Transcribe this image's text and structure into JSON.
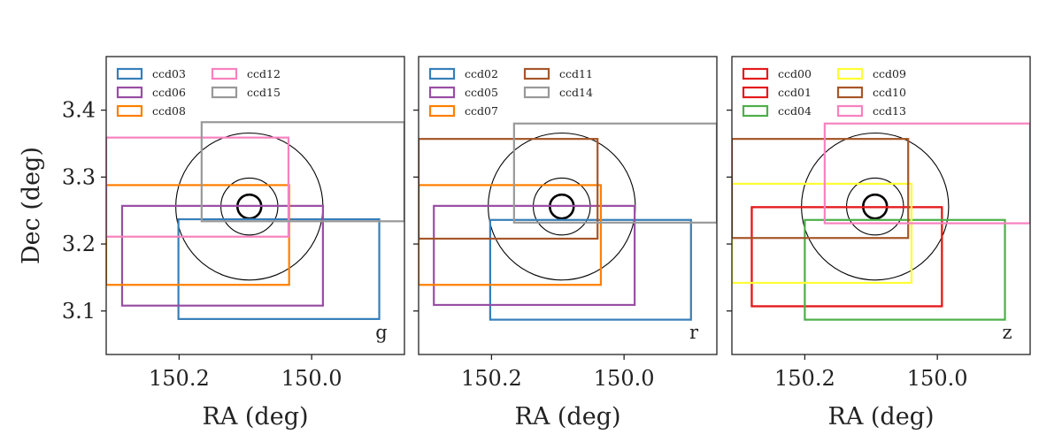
{
  "chart_data": [
    {
      "type": "rectangle-overlay",
      "band": "g",
      "xlabel": "RA (deg)",
      "ylabel": "Dec (deg)",
      "xlim": [
        150.31,
        149.86
      ],
      "ylim": [
        3.035,
        3.48
      ],
      "xticks": [
        150.2,
        150.0
      ],
      "xtick_labels": [
        "150.2",
        "150.0"
      ],
      "yticks": [
        3.1,
        3.2,
        3.3,
        3.4
      ],
      "ytick_labels": [
        "3.1",
        "3.2",
        "3.3",
        "3.4"
      ],
      "legend_placement": "top-left",
      "circles": {
        "center_ra": 150.094,
        "center_dec": 3.256,
        "radii_ra_deg": [
          0.018,
          0.043,
          0.111
        ]
      },
      "ccds": [
        {
          "name": "ccd03",
          "color": "#377eb8",
          "ra_max": 150.201,
          "ra_min": 149.898,
          "dec_min": 3.088,
          "dec_max": 3.237
        },
        {
          "name": "ccd06",
          "color": "#984ea3",
          "ra_max": 150.286,
          "ra_min": 149.983,
          "dec_min": 3.108,
          "dec_max": 3.257
        },
        {
          "name": "ccd08",
          "color": "#ff7f00",
          "ra_max": 150.31,
          "ra_min": 150.034,
          "dec_min": 3.139,
          "dec_max": 3.288
        },
        {
          "name": "ccd12",
          "color": "#f781bf",
          "ra_max": 150.31,
          "ra_min": 150.035,
          "dec_min": 3.211,
          "dec_max": 3.359
        },
        {
          "name": "ccd15",
          "color": "#999999",
          "ra_max": 150.166,
          "ra_min": 149.86,
          "dec_min": 3.234,
          "dec_max": 3.382
        }
      ]
    },
    {
      "type": "rectangle-overlay",
      "band": "r",
      "xlabel": "RA (deg)",
      "ylabel": "",
      "xlim": [
        150.31,
        149.86
      ],
      "ylim": [
        3.035,
        3.48
      ],
      "xticks": [
        150.2,
        150.0
      ],
      "xtick_labels": [
        "150.2",
        "150.0"
      ],
      "yticks": [
        3.1,
        3.2,
        3.3,
        3.4
      ],
      "ytick_labels": [],
      "legend_placement": "top-left",
      "circles": {
        "center_ra": 150.094,
        "center_dec": 3.256,
        "radii_ra_deg": [
          0.018,
          0.043,
          0.111
        ]
      },
      "ccds": [
        {
          "name": "ccd02",
          "color": "#377eb8",
          "ra_max": 150.202,
          "ra_min": 149.899,
          "dec_min": 3.087,
          "dec_max": 3.236
        },
        {
          "name": "ccd05",
          "color": "#984ea3",
          "ra_max": 150.287,
          "ra_min": 149.984,
          "dec_min": 3.109,
          "dec_max": 3.257
        },
        {
          "name": "ccd07",
          "color": "#ff7f00",
          "ra_max": 150.31,
          "ra_min": 150.035,
          "dec_min": 3.139,
          "dec_max": 3.288
        },
        {
          "name": "ccd11",
          "color": "#a65628",
          "ra_max": 150.31,
          "ra_min": 150.04,
          "dec_min": 3.208,
          "dec_max": 3.357
        },
        {
          "name": "ccd14",
          "color": "#999999",
          "ra_max": 150.166,
          "ra_min": 149.86,
          "dec_min": 3.232,
          "dec_max": 3.38
        }
      ]
    },
    {
      "type": "rectangle-overlay",
      "band": "z",
      "xlabel": "RA (deg)",
      "ylabel": "",
      "xlim": [
        150.31,
        149.86
      ],
      "ylim": [
        3.035,
        3.48
      ],
      "xticks": [
        150.2,
        150.0
      ],
      "xtick_labels": [
        "150.2",
        "150.0"
      ],
      "yticks": [
        3.1,
        3.2,
        3.3,
        3.4
      ],
      "ytick_labels": [],
      "legend_placement": "top-left",
      "circles": {
        "center_ra": 150.094,
        "center_dec": 3.256,
        "radii_ra_deg": [
          0.018,
          0.043,
          0.111
        ]
      },
      "ccds": [
        {
          "name": "ccd00",
          "color": "#e41a1c",
          "ra_max": 150.28,
          "ra_min": 149.993,
          "dec_min": 3.107,
          "dec_max": 3.255
        },
        {
          "name": "ccd01",
          "color": "#e41a1c",
          "ra_max": 150.28,
          "ra_min": 149.993,
          "dec_min": 3.107,
          "dec_max": 3.255
        },
        {
          "name": "ccd04",
          "color": "#4daf4a",
          "ra_max": 150.2,
          "ra_min": 149.898,
          "dec_min": 3.087,
          "dec_max": 3.236
        },
        {
          "name": "ccd09",
          "color": "#ffff33",
          "ra_max": 150.31,
          "ra_min": 150.039,
          "dec_min": 3.142,
          "dec_max": 3.29
        },
        {
          "name": "ccd10",
          "color": "#a65628",
          "ra_max": 150.31,
          "ra_min": 150.044,
          "dec_min": 3.209,
          "dec_max": 3.357
        },
        {
          "name": "ccd13",
          "color": "#f781bf",
          "ra_max": 150.17,
          "ra_min": 149.86,
          "dec_min": 3.231,
          "dec_max": 3.38
        }
      ]
    }
  ]
}
